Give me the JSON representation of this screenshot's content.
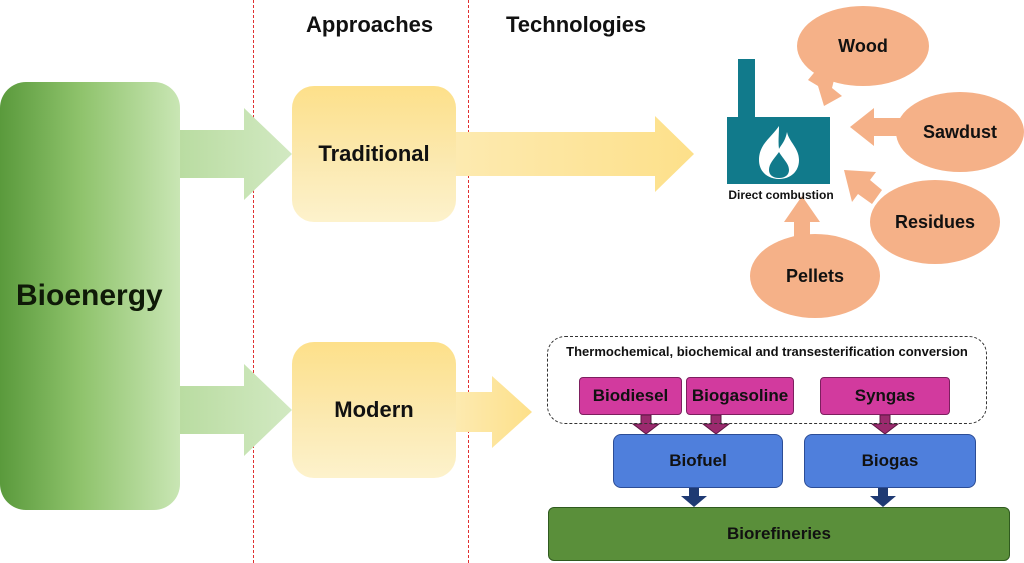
{
  "headers": {
    "approaches": "Approaches",
    "technologies": "Technologies"
  },
  "root": {
    "label": "Bioenergy"
  },
  "approaches": {
    "traditional": "Traditional",
    "modern": "Modern"
  },
  "traditional_tech": {
    "label": "Direct combustion",
    "feedstocks": [
      "Wood",
      "Sawdust",
      "Residues",
      "Pellets"
    ]
  },
  "modern_tech": {
    "conversion_label": "Thermochemical, biochemical and transesterification conversion",
    "products": [
      "Biodiesel",
      "Biogasoline",
      "Syngas"
    ],
    "intermediates": [
      "Biofuel",
      "Biogas"
    ],
    "final": "Biorefineries"
  },
  "colors": {
    "root_green": "#8fc36c",
    "approach_yellow": "#fde08a",
    "feedstock_orange": "#f5b188",
    "factory_teal": "#117a8b",
    "product_magenta": "#d23a9e",
    "intermediate_blue": "#4f7fdc",
    "final_green": "#5a8f3a",
    "divider_red": "#e03030"
  }
}
